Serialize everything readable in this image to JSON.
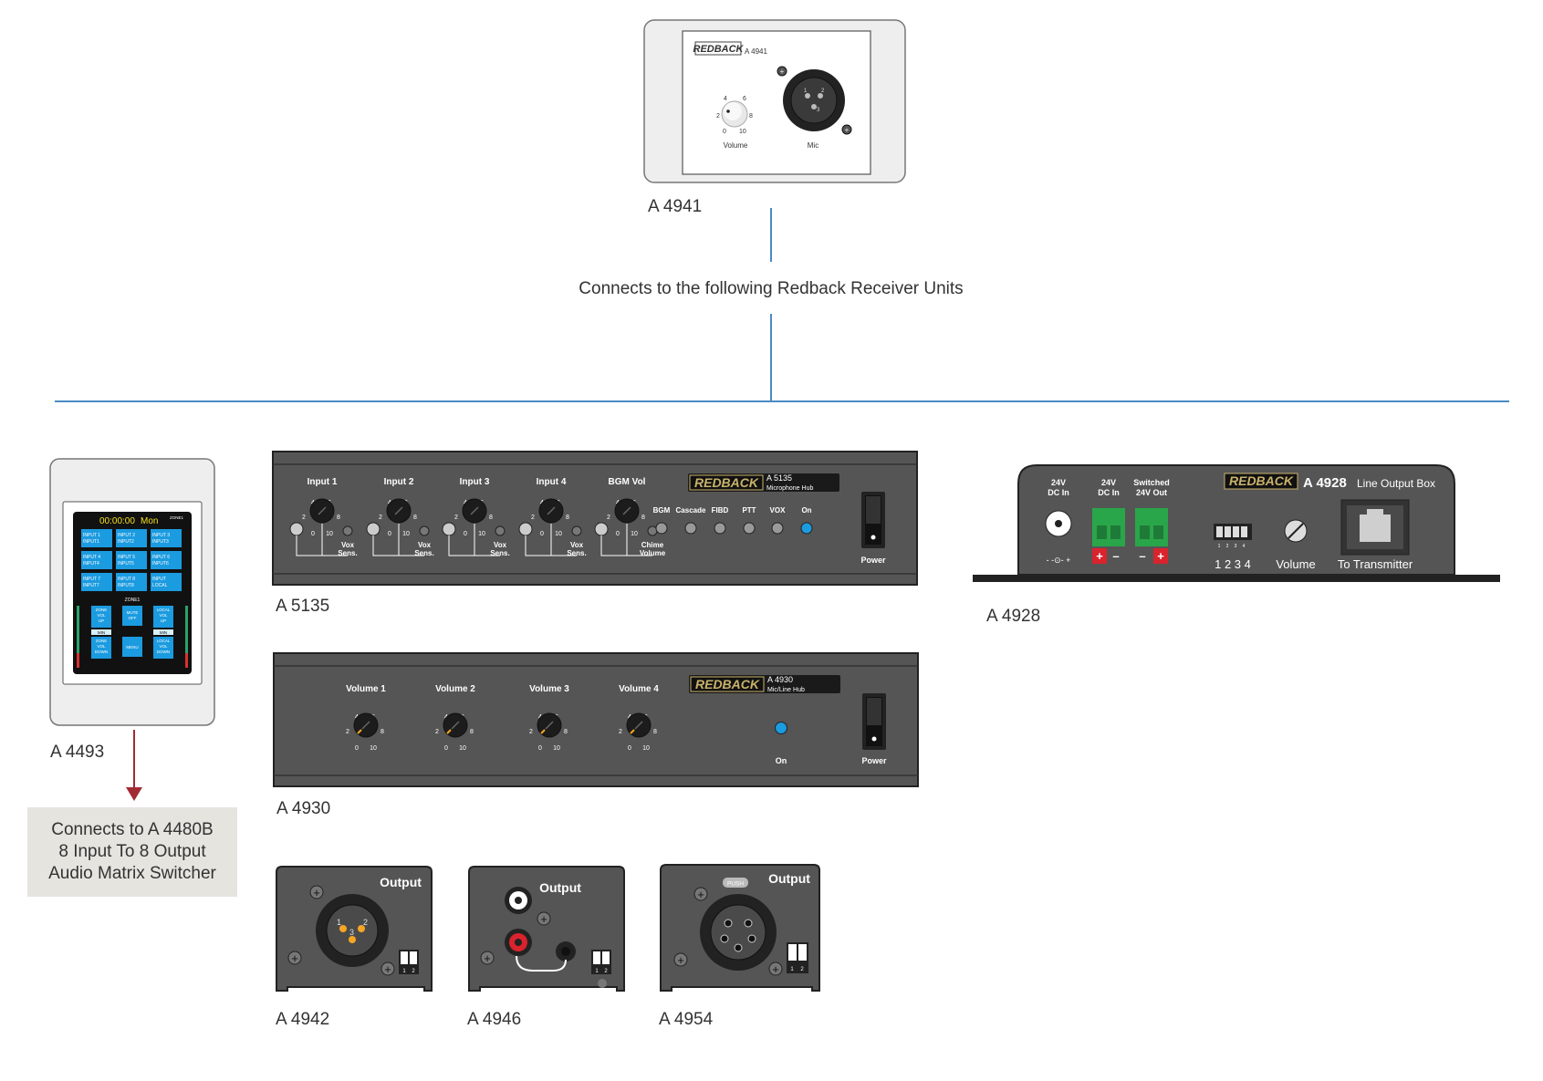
{
  "diagram": {
    "connects_text": "Connects to the following Redback Receiver Units",
    "colors": {
      "line": "#4a8ac3",
      "arrow": "#a22a33",
      "panel": "#555555",
      "accent": "#1b9be0"
    },
    "devices": {
      "a4941": {
        "caption": "A 4941",
        "brand": "REDBACK",
        "model": "A 4941",
        "knob_scale": [
          "2",
          "4",
          "6",
          "8",
          "0",
          "10"
        ],
        "volume_label": "Volume",
        "mic_label": "Mic",
        "xlr_pins": [
          "1",
          "2",
          "3"
        ]
      },
      "a4493": {
        "caption": "A 4493",
        "time": "00:00:00",
        "day": "Mon",
        "zone_tag": "ZONE1",
        "inputs": [
          [
            "INPUT 1",
            "INPUT1"
          ],
          [
            "INPUT 2",
            "INPUT2"
          ],
          [
            "INPUT 3",
            "INPUT3"
          ],
          [
            "INPUT 4",
            "INPUT4"
          ],
          [
            "INPUT 5",
            "INPUT5"
          ],
          [
            "INPUT 6",
            "INPUT6"
          ],
          [
            "INPUT 7",
            "INPUT7"
          ],
          [
            "INPUT 8",
            "INPUT8"
          ],
          [
            "INPUT",
            "LOCAL"
          ]
        ],
        "zone_label": "ZONE1",
        "zone_vol_up": [
          "ZONE",
          "VOL",
          "UP"
        ],
        "mute_off": [
          "MUTE",
          "OFF"
        ],
        "local_vol_up": [
          "LOCAL",
          "VOL",
          "UP"
        ],
        "zone_vol_down": [
          "ZONE",
          "VOL",
          "DOWN"
        ],
        "menu": "MENU",
        "local_vol_down": [
          "LOCAL",
          "VOL",
          "DOWN"
        ],
        "min": "MIN",
        "connects_to": [
          "Connects to A 4480B",
          "8 Input To 8 Output",
          "Audio Matrix Switcher"
        ]
      },
      "a5135": {
        "caption": "A 5135",
        "brand": "REDBACK",
        "model": "A 5135",
        "subtitle": "Microphone Hub",
        "knob_labels": [
          "Input 1",
          "Input 2",
          "Input 3",
          "Input 4",
          "BGM Vol"
        ],
        "knob_scale": [
          "2",
          "4",
          "6",
          "8",
          "0",
          "10"
        ],
        "vox_label": [
          "Vox",
          "Sens."
        ],
        "chime_label": [
          "Chime",
          "Volume"
        ],
        "indicators": [
          "BGM",
          "Cascade",
          "FIBD",
          "PTT",
          "VOX",
          "On"
        ],
        "power_label": "Power"
      },
      "a4930": {
        "caption": "A 4930",
        "brand": "REDBACK",
        "model": "A 4930",
        "subtitle": "Mic/Line Hub",
        "knob_labels": [
          "Volume 1",
          "Volume 2",
          "Volume 3",
          "Volume 4"
        ],
        "knob_scale": [
          "2",
          "4",
          "6",
          "8",
          "0",
          "10"
        ],
        "on_label": "On",
        "power_label": "Power"
      },
      "a4928": {
        "caption": "A 4928",
        "brand": "REDBACK",
        "model": "A 4928",
        "title_suffix": "Line Output Box",
        "dc_in": [
          "24V",
          "DC In"
        ],
        "dc_in2": [
          "24V",
          "DC In"
        ],
        "switched": [
          "Switched",
          "24V Out"
        ],
        "plus": "+",
        "minus": "–",
        "dc_symbol": "- -⊙- +",
        "dip_small": [
          "1",
          "2",
          "3",
          "4"
        ],
        "dip_numbers": "1 2 3 4",
        "volume_label": "Volume",
        "transmitter_label": "To Transmitter"
      },
      "a4942": {
        "caption": "A 4942",
        "output_label": "Output",
        "xlr_pins": [
          "1",
          "2",
          "3"
        ],
        "dip": [
          "1",
          "2"
        ]
      },
      "a4946": {
        "caption": "A 4946",
        "output_label": "Output",
        "dip": [
          "1",
          "2"
        ]
      },
      "a4954": {
        "caption": "A 4954",
        "output_label": "Output",
        "push_label": "PUSH",
        "dip": [
          "1",
          "2"
        ]
      }
    }
  }
}
